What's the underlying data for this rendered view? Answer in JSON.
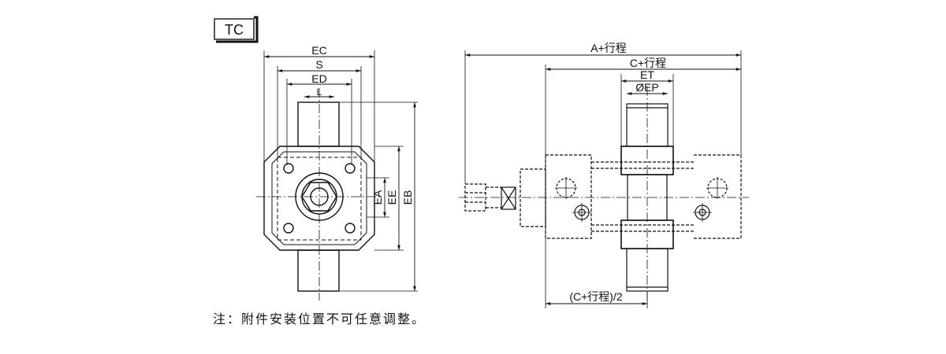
{
  "title_box": "TC",
  "front_view": {
    "dims_horizontal": [
      "EC",
      "S",
      "ED",
      "L"
    ],
    "dims_vertical": [
      "EA",
      "EE",
      "EB"
    ]
  },
  "side_view": {
    "dims": [
      "A+行程",
      "C+行程",
      "ET",
      "ØEP",
      "(C+行程)/2"
    ]
  },
  "note": "注：附件安装位置不可任意调整。",
  "colors": {
    "line": "#111111",
    "background": "#ffffff"
  }
}
